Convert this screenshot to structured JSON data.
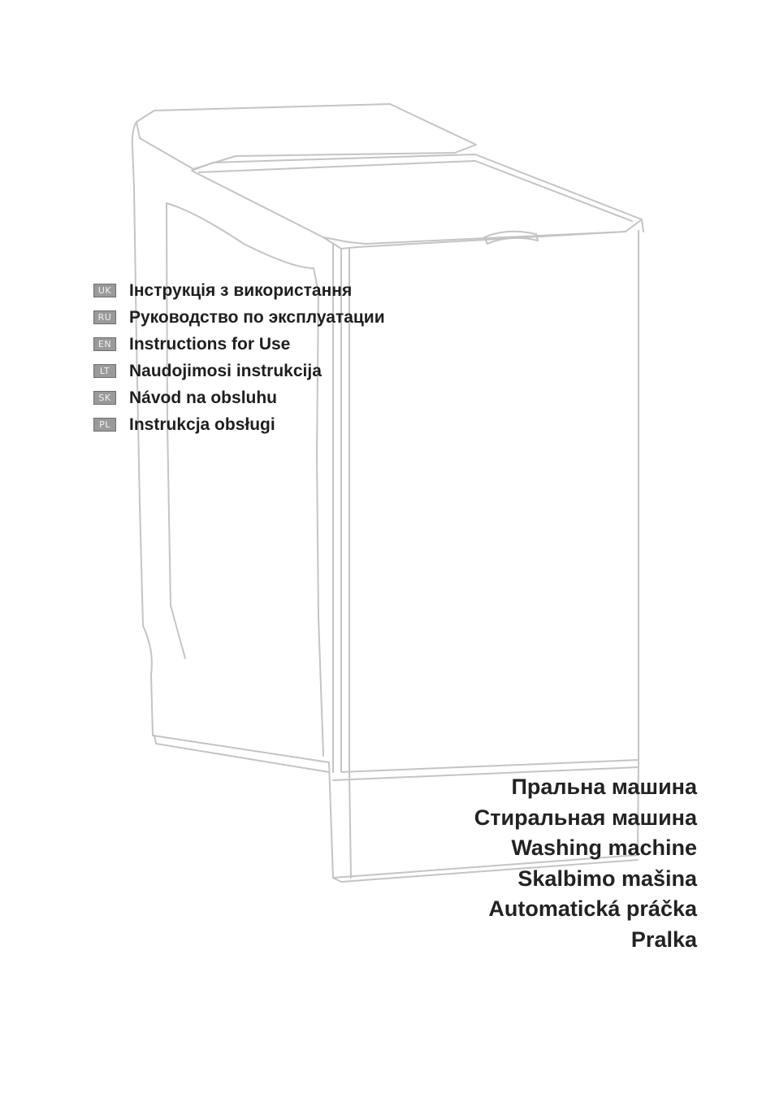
{
  "manual_titles": [
    {
      "code": "UK",
      "title": "Інструкція з використання"
    },
    {
      "code": "RU",
      "title": "Руководство по эксплуатации"
    },
    {
      "code": "EN",
      "title": "Instructions for Use"
    },
    {
      "code": "LT",
      "title": "Naudojimosi instrukcija"
    },
    {
      "code": "SK",
      "title": "Návod na obsluhu"
    },
    {
      "code": "PL",
      "title": "Instrukcja obsługi"
    }
  ],
  "product_names": [
    "Пральна машина",
    "Стиральная машина",
    "Washing machine",
    "Skalbimo mašina",
    "Automatická práčka",
    "Pralka"
  ],
  "colors": {
    "line_art": "#c4c4c4",
    "badge": "#9a9a9a",
    "text": "#1e1e1e"
  }
}
